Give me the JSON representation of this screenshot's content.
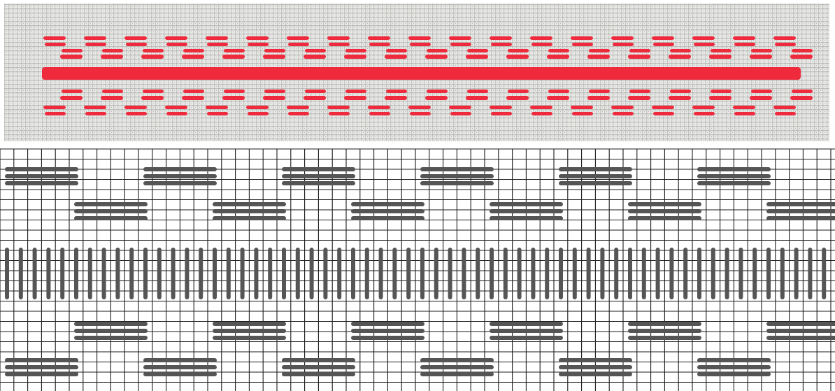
{
  "figure": {
    "photo": {
      "fabric_color": "#e9e9e7",
      "thread_color": "#ee2a3c"
    },
    "chart": {
      "grid_color": "#1b1b1b",
      "stitch_color": "#555555",
      "background": "#ffffff",
      "stitches_per_block": 3,
      "block_span_columns": 5,
      "pattern_repeat_columns": 10,
      "center_band_stitch": "vertical"
    }
  }
}
